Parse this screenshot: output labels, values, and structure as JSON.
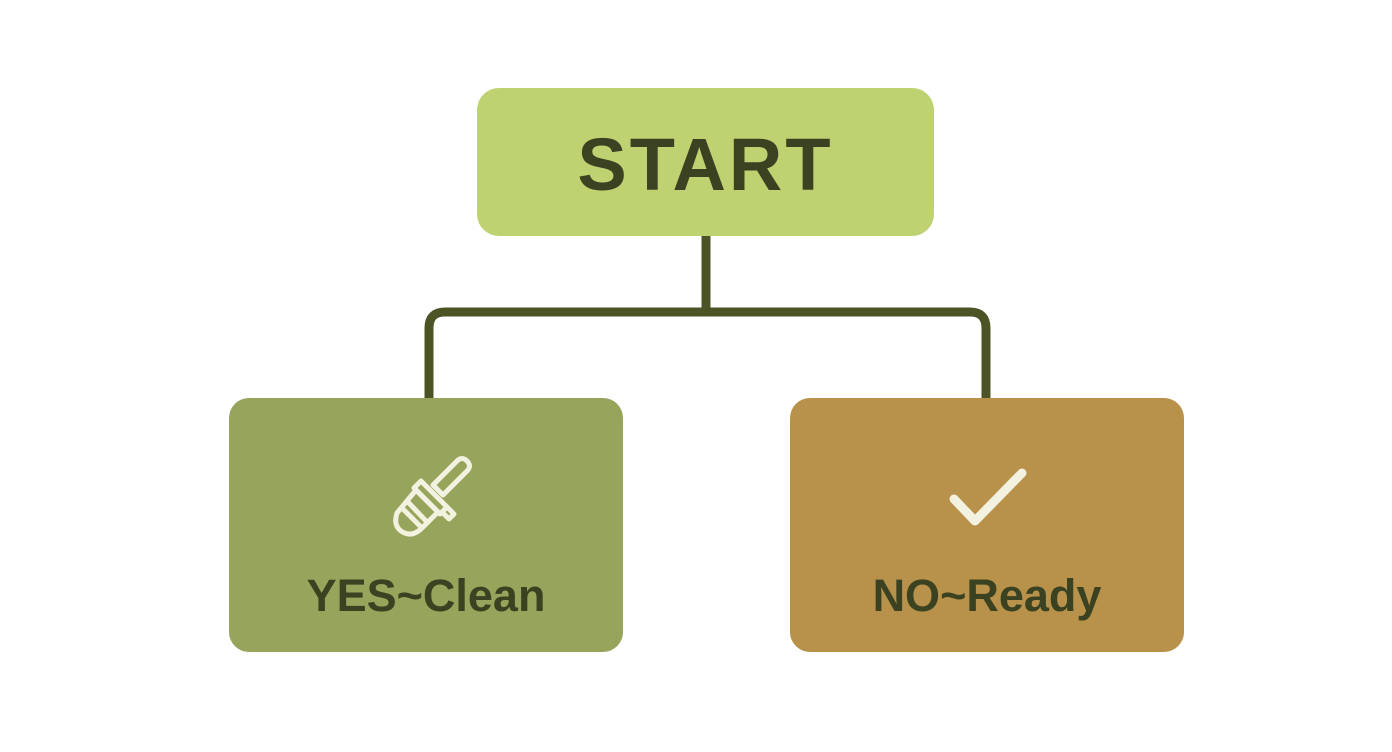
{
  "diagram": {
    "start_label": "START",
    "yes_label": "YES~Clean",
    "no_label": "NO~Ready",
    "yes_icon": "brush-icon",
    "no_icon": "checkmark-icon"
  },
  "colors": {
    "start_fill": "#bed272",
    "yes_fill": "#97a45b",
    "no_fill": "#b8924a",
    "connector": "#4c5426",
    "text": "#3a4221",
    "icon_stroke": "#f3f1df"
  }
}
